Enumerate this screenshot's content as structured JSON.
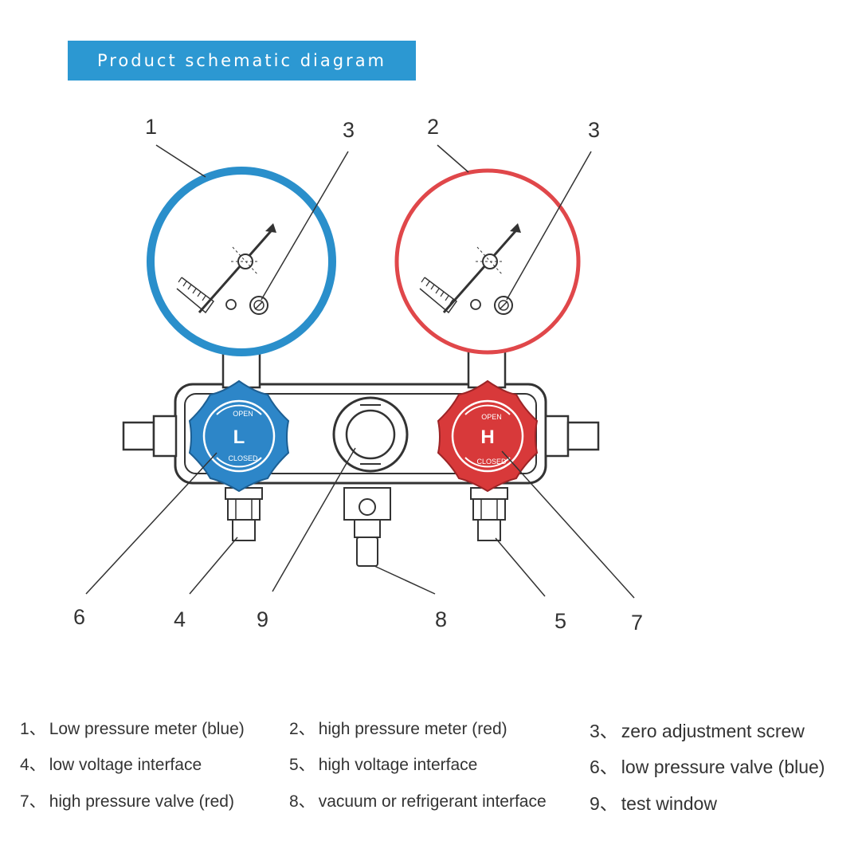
{
  "banner": {
    "title": "Product schematic diagram"
  },
  "gauges": {
    "low": {
      "color": "#2a8fcb"
    },
    "high": {
      "color": "#e0474a"
    }
  },
  "knobs": {
    "low": {
      "letter": "L",
      "open": "OPEN",
      "closed": "CLOSED",
      "color": "#2d86c8"
    },
    "high": {
      "letter": "H",
      "open": "OPEN",
      "closed": "CLOSED",
      "color": "#d8393a"
    }
  },
  "callouts": {
    "n1": "1",
    "n2": "2",
    "n3a": "3",
    "n3b": "3",
    "n4": "4",
    "n5": "5",
    "n6": "6",
    "n7": "7",
    "n8": "8",
    "n9": "9"
  },
  "legend": {
    "items": [
      {
        "num": "1、",
        "text": "Low pressure meter (blue)"
      },
      {
        "num": "2、",
        "text": "high pressure meter (red)"
      },
      {
        "num": "3、",
        "text": "zero adjustment screw"
      },
      {
        "num": "4、",
        "text": "low voltage interface"
      },
      {
        "num": "5、",
        "text": "high voltage interface"
      },
      {
        "num": "6、",
        "text": "low pressure valve (blue)"
      },
      {
        "num": "7、",
        "text": "high pressure valve (red)"
      },
      {
        "num": "8、",
        "text": "vacuum or refrigerant interface"
      },
      {
        "num": "9、",
        "text": "test window"
      }
    ]
  }
}
